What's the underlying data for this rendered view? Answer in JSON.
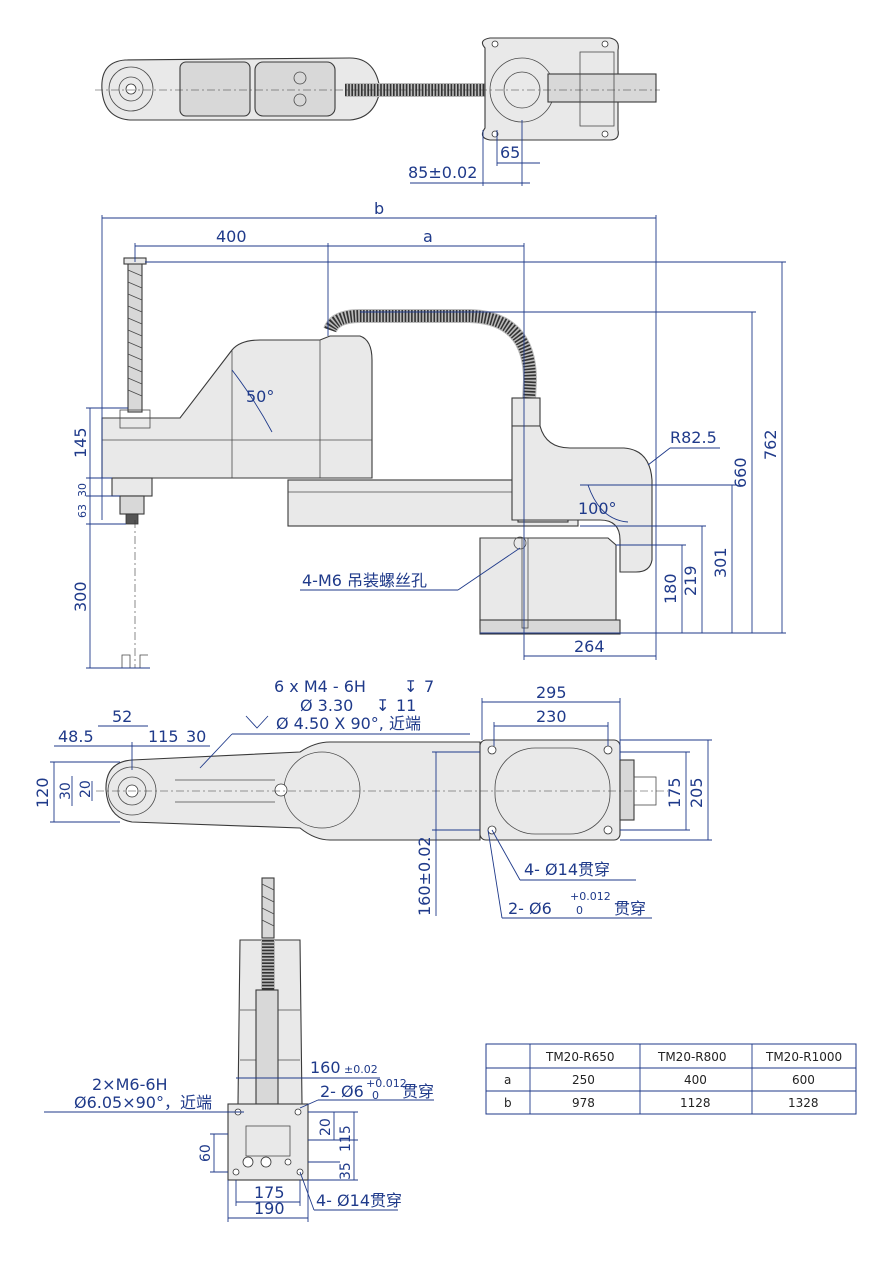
{
  "top_view": {
    "dims": [
      "65",
      "85±0.02"
    ]
  },
  "side_view": {
    "dims": {
      "b": "b",
      "d400": "400",
      "a": "a",
      "angle50": "50°",
      "r825": "R82.5",
      "angle100": "100°",
      "d762": "762",
      "d660": "660",
      "d301": "301",
      "d219": "219",
      "d180": "180",
      "d145": "145",
      "d30": "30",
      "d63": "63",
      "d300": "300",
      "d264": "264"
    },
    "note_hanging": "4-M6 吊装螺丝孔"
  },
  "plan_view": {
    "note_thread_line1": "6 x  M4 - 6H",
    "note_thread_depth1": "7",
    "note_thread_line2": "Ø 3.30",
    "note_thread_depth2": "11",
    "note_thread_line3": "Ø 4.50 X 90°, 近端",
    "dims": {
      "d295": "295",
      "d230": "230",
      "d52": "52",
      "d485": "48.5",
      "d115": "115",
      "d30": "30",
      "d120": "120",
      "d30b": "30",
      "d20": "20",
      "d175": "175",
      "d205": "205",
      "d160": "160±0.02"
    },
    "note_thru14": "4- Ø14贯穿",
    "note_pin6": "2- Ø6",
    "note_pin6_tol_upper": "+0.012",
    "note_pin6_tol_lower": "0",
    "note_pin6_suffix": "贯穿"
  },
  "rear_view": {
    "note_m6_line1": "2×M6-6H",
    "note_m6_line2": "Ø6.05×90°，近端",
    "dim160": "160",
    "dim160_tol": "±0.02",
    "note_pin6": "2- Ø6",
    "note_pin6_tol_upper": "+0.012",
    "note_pin6_tol_lower": "0",
    "note_pin6_suffix": "贯穿",
    "dims": {
      "d20": "20",
      "d115": "115",
      "d60": "60",
      "d35": "35",
      "d175": "175",
      "d190": "190"
    },
    "note_thru14": "4- Ø14贯穿"
  },
  "table": {
    "headers": [
      "",
      "TM20-R650",
      "TM20-R800",
      "TM20-R1000"
    ],
    "rows": [
      [
        "a",
        "250",
        "400",
        "600"
      ],
      [
        "b",
        "978",
        "1128",
        "1328"
      ]
    ]
  }
}
